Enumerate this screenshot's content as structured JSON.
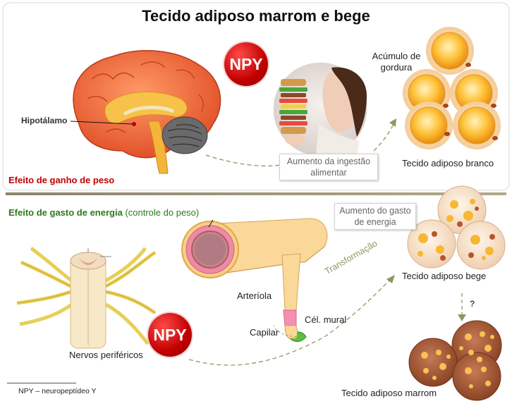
{
  "title": "Tecido adiposo marrom e bege",
  "top_panel": {
    "npy_badge": "NPY",
    "hypothalamus_label": "Hipotálamo",
    "food_intake_box": "Aumento da ingestão alimentar",
    "fat_accumulation_label": "Acúmulo de gordura",
    "white_tissue_label": "Tecido adiposo branco",
    "weight_gain_effect": "Efeito de ganho de peso"
  },
  "bottom_panel": {
    "energy_effect": "Efeito de gasto de energia",
    "energy_effect_note": "(controle do peso)",
    "energy_box": "Aumento do gasto de energia",
    "beige_tissue_label": "Tecido adiposo bege",
    "transformation_label": "Transformação",
    "question_mark": "?",
    "arteriole_label": "Arteríola",
    "capillary_label": "Capilar",
    "mural_cell_label": "Cél. mural",
    "npy_badge": "NPY",
    "peripheral_nerves_label": "Nervos periféricos",
    "brown_tissue_label": "Tecido adiposo marrom"
  },
  "footnote": "NPY – neuropeptídeo Y"
}
